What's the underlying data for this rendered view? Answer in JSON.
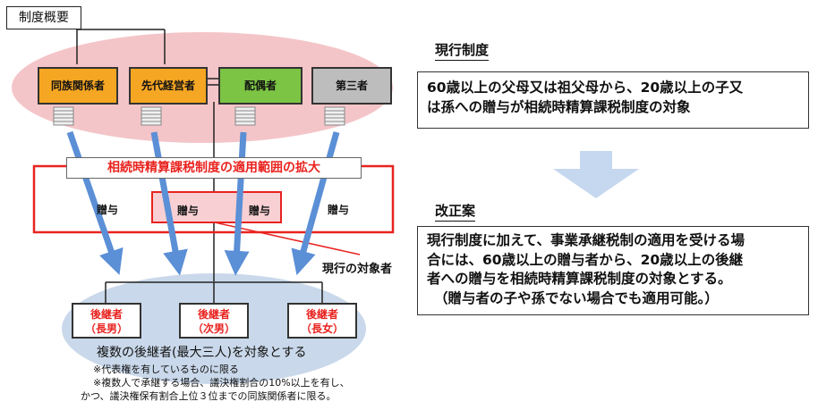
{
  "heading": "制度概要",
  "givers": [
    {
      "label": "同族関係者",
      "color": "#f5a623"
    },
    {
      "label": "先代経営者",
      "color": "#f5a623"
    },
    {
      "label": "配偶者",
      "color": "#7cc444"
    },
    {
      "label": "第三者",
      "color": "#bdbdbd"
    }
  ],
  "band_title": "相続時精算課税制度の適用範囲の拡大",
  "gift_label": "贈与",
  "current_scope_label": "現行の対象者",
  "successors": [
    {
      "line1": "後継者",
      "line2": "（長男）"
    },
    {
      "line1": "後継者",
      "line2": "（次男）"
    },
    {
      "line1": "後継者",
      "line2": "（長女）"
    }
  ],
  "scope_text": "複数の後継者(最大三人)を対象とする",
  "notes": [
    "※代表権を有しているものに限る",
    "※複数人で承継する場合、議決権割合の10%以上を有し、",
    "かつ、議決権保有割合上位３位までの同族関係者に限る。"
  ],
  "current": {
    "title": "現行制度",
    "lines": [
      "60歳以上の父母又は祖父母から、20歳以上の子又",
      "は孫への贈与が相続時精算課税制度の対象"
    ]
  },
  "proposal": {
    "title": "改正案",
    "lines": [
      "現行制度に加えて、事業承継税制の適用を受ける場",
      "合には、60歳以上の贈与者から、20歳以上の後継",
      "者への贈与を相続時精算課税制度の対象とする。",
      "（贈与者の子や孫でない場合でも適用可能。）"
    ]
  },
  "colors": {
    "red": "#e8231f",
    "blue_arrow": "#5b8fd6",
    "pink_ellipse": "#f4c5c8",
    "blue_ellipse": "#c9d8ea",
    "down_arrow": "#c5d8ef"
  }
}
